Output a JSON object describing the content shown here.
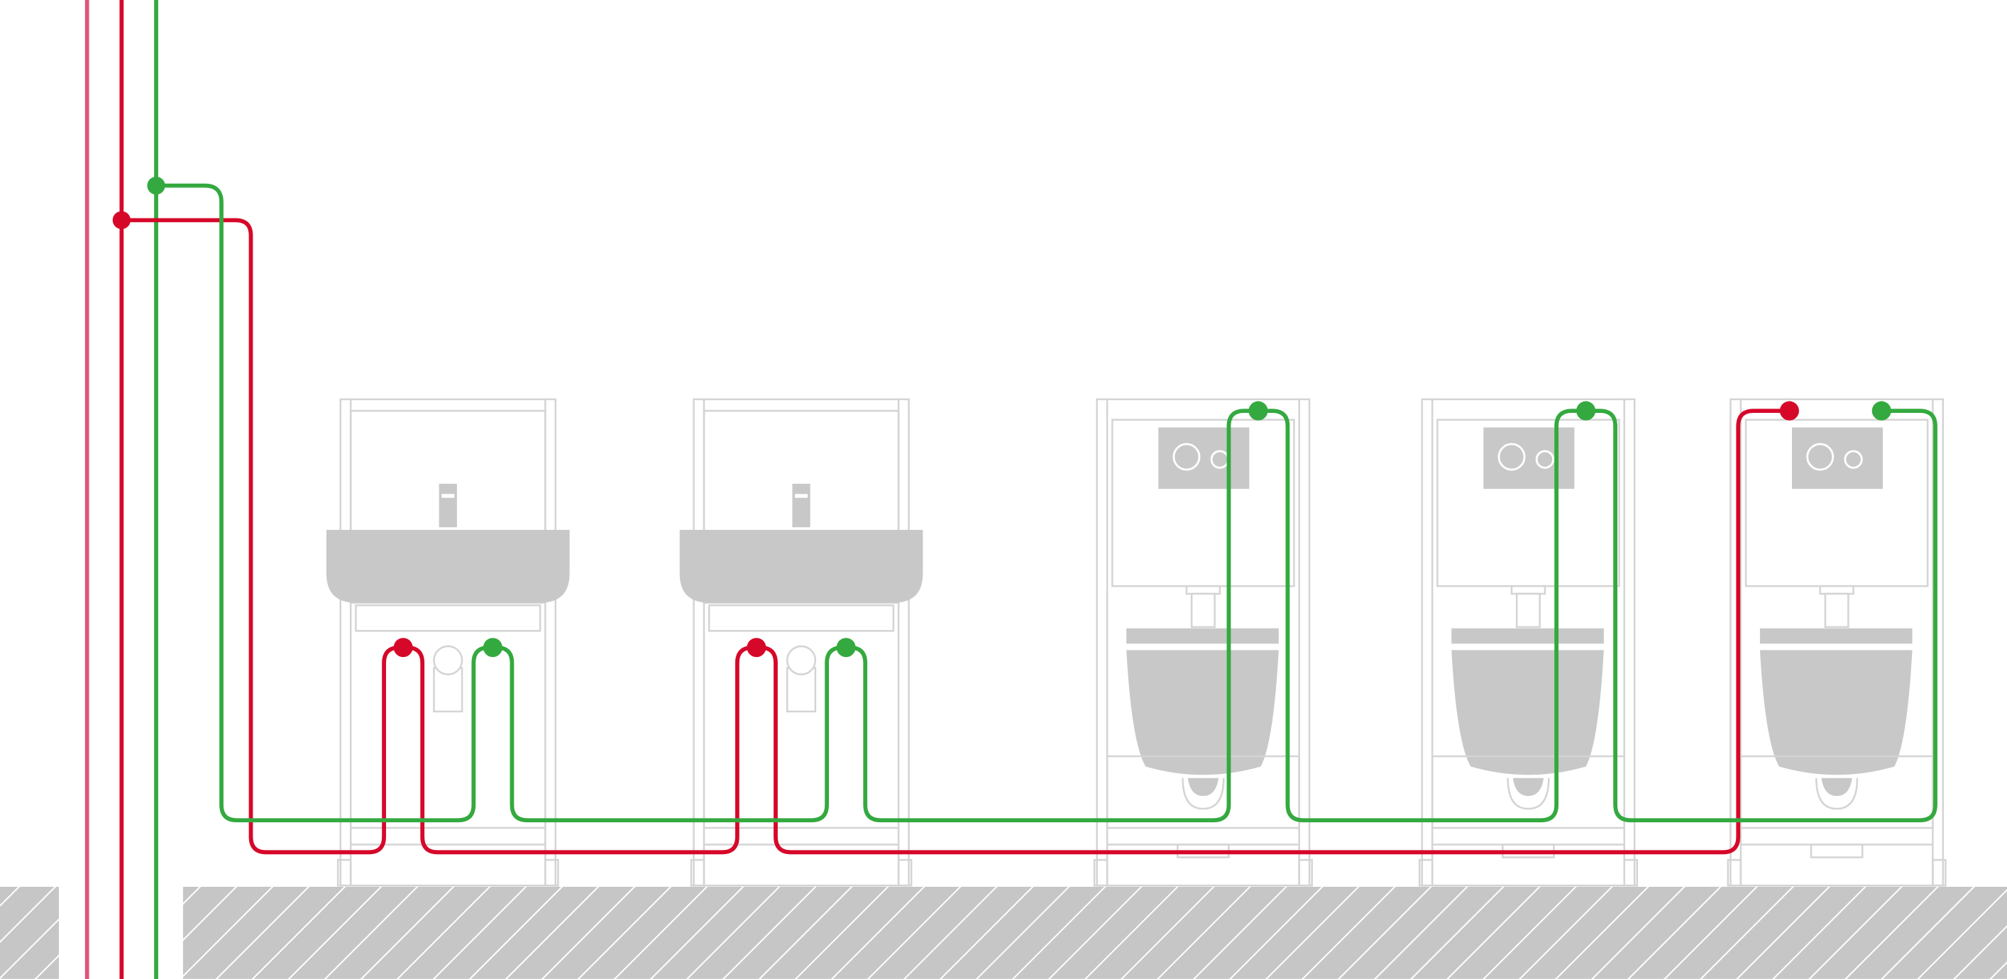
{
  "diagram": {
    "type": "plumbing-loop-installation",
    "fixture_order": [
      "washbasin",
      "washbasin",
      "wall-hung-wc",
      "wall-hung-wc",
      "wall-hung-wc"
    ],
    "risers": [
      "circulation",
      "hot-water",
      "cold-water"
    ],
    "colors": {
      "hot_water": "#d6082a",
      "cold_water": "#34a93f",
      "circulation": "#e0567a",
      "fixture_fill": "#c8c8c8",
      "fixture_outline": "#d4d4d4",
      "floor_hatch": "#c6c6c6"
    }
  }
}
